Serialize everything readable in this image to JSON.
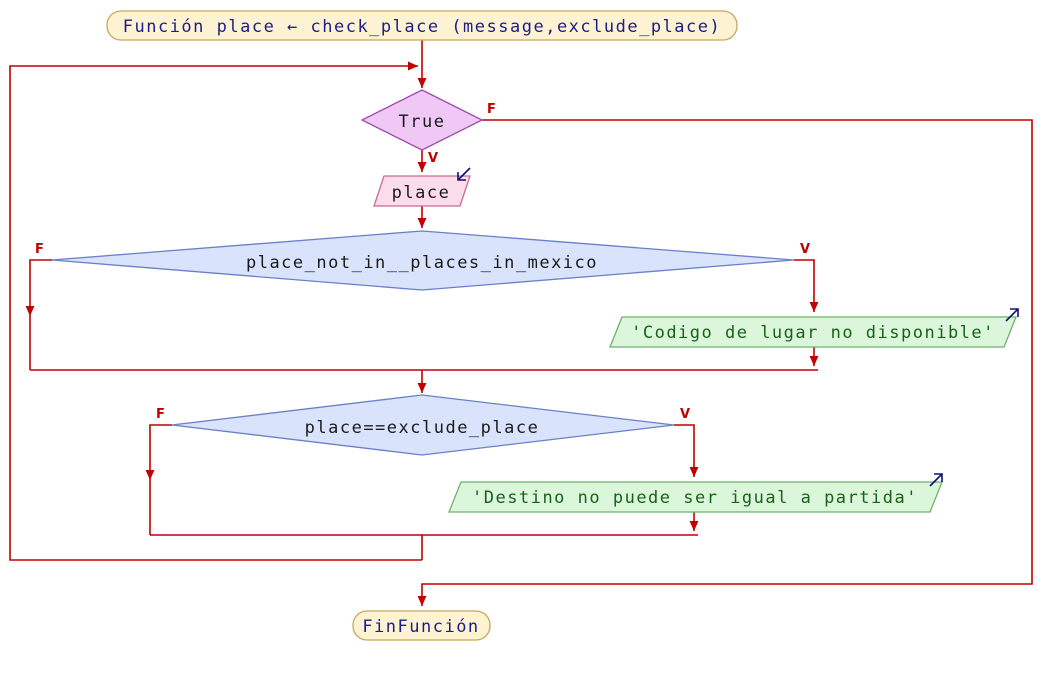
{
  "header": {
    "text": "Función place ← check_place (message,exclude_place)"
  },
  "loop": {
    "condition": "True",
    "true_label": "V",
    "false_label": "F"
  },
  "read_step": {
    "text": "place"
  },
  "decision1": {
    "condition": "place_not_in__places_in_mexico",
    "false_label": "F",
    "true_label": "V",
    "output_text": "'Codigo de lugar no disponible'"
  },
  "decision2": {
    "condition": "place==exclude_place",
    "false_label": "F",
    "true_label": "V",
    "output_text": "'Destino no puede ser igual a partida'"
  },
  "footer": {
    "text": "FinFunción"
  },
  "colors": {
    "line": "#c00000",
    "terminal_fill": "#fdf3d2",
    "terminal_stroke": "#c8a65a",
    "loop_fill": "#f0c8f5",
    "loop_stroke": "#a04aaf",
    "read_fill": "#fbdcea",
    "read_stroke": "#c86a9a",
    "decision_fill": "#d9e3fb",
    "decision_stroke": "#6a80c8",
    "output_fill": "#dcf6dc",
    "output_stroke": "#6ab46a",
    "io_arrow": "#101070"
  }
}
